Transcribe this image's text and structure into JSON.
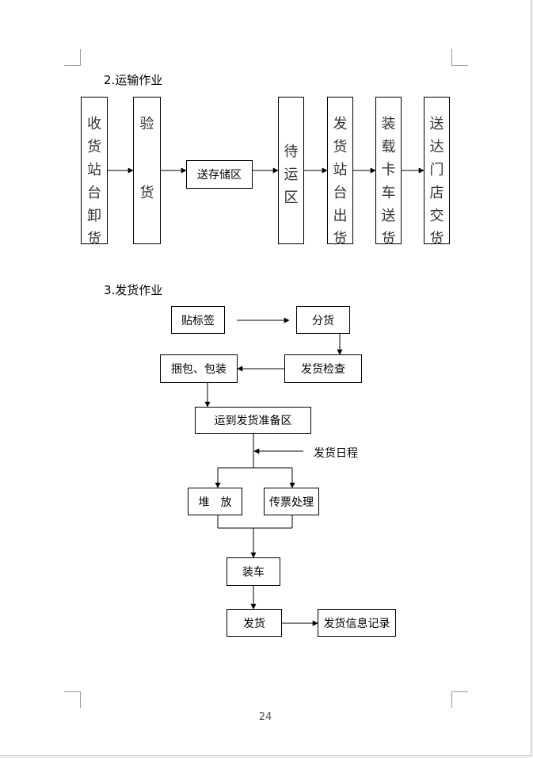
{
  "section2": {
    "heading": "2.运输作业",
    "boxes": [
      "收货站台卸货",
      "验\n\n\n货",
      "待运区",
      "发货站台出货",
      "装载卡车送货",
      "送达门店交货"
    ],
    "staging": "送存储区"
  },
  "section3": {
    "heading": "3.发货作业",
    "label": "贴标签",
    "sort": "分货",
    "check": "发货检查",
    "pack": "捆包、包装",
    "move": "运到发货准备区",
    "schedule": "发货日程",
    "stack": "堆　放",
    "invoice": "传票处理",
    "load": "装车",
    "ship": "发货",
    "record": "发货信息记录"
  },
  "page_number": "24"
}
